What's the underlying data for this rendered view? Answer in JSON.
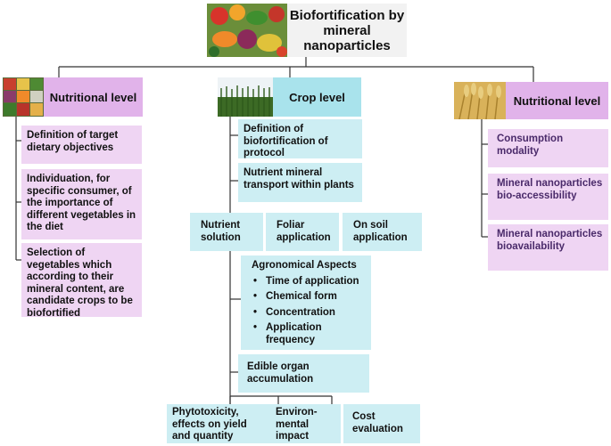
{
  "title": "Biofortification by mineral nanoparticles",
  "columns": {
    "left": {
      "heading": "Nutritional level",
      "items": [
        "Definition of target dietary objectives",
        "Individuation, for specific consumer, of the importance of different vegetables in the diet",
        "Selection of vegetables which according to their mineral content, are candidate crops to be biofortified"
      ]
    },
    "middle": {
      "heading": "Crop level",
      "definition": "Definition of biofortification of protocol",
      "transport": "Nutrient mineral transport within plants",
      "application_modes": [
        "Nutrient solution",
        "Foliar application",
        "On soil application"
      ],
      "agronomical_title": "Agronomical Aspects",
      "agronomical_items": [
        "Time of application",
        "Chemical form",
        "Concentration",
        "Application frequency"
      ],
      "bullet": "•",
      "edible": "Edible organ accumulation",
      "outcomes": [
        "Phytotoxicity, effects on yield and quantity",
        "Environ-mental impact",
        "Cost evaluation"
      ]
    },
    "right": {
      "heading": "Nutritional level",
      "items": [
        "Consumption modality",
        "Mineral nanoparticles bio-accessibility",
        "Mineral nanoparticles bioavailability"
      ]
    }
  },
  "images": {
    "title_image": "vegetables-photo",
    "left_image": "vegetables-photo",
    "middle_image": "wheat-field-photo",
    "right_image": "wheat-ears-photo"
  },
  "colors": {
    "left_heading": "#e1b3ea",
    "left_items": "#efd5f3",
    "middle_heading": "#a9e3ec",
    "middle_items": "#cdeef3",
    "right_heading": "#e1b3ea",
    "right_items": "#efd5f3",
    "connectors": "#333333"
  }
}
